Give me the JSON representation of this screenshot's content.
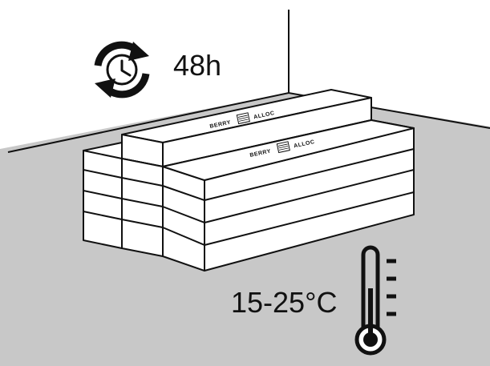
{
  "acclimatisation": {
    "duration": "48h",
    "icon": "clock-refresh-icon"
  },
  "storage": {
    "temperature_range": "15-25°C",
    "icon": "thermometer-icon"
  },
  "packages": {
    "brand_left": "BERRY",
    "brand_right": "ALLOC",
    "brand_icon": "berryalloc-logo-icon"
  },
  "colors": {
    "floor": "#c8c8c8",
    "wall": "#ffffff",
    "outline": "#111111"
  }
}
